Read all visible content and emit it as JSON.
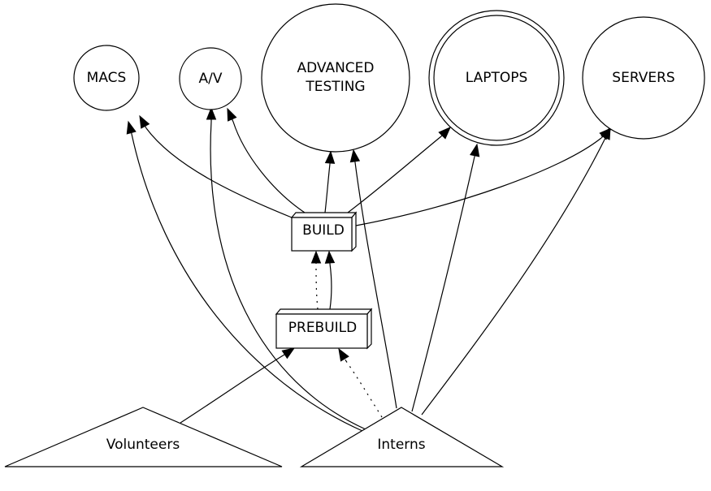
{
  "diagram": {
    "type": "directed-graph",
    "nodes": {
      "macs": {
        "label": [
          "MACS"
        ],
        "shape": "circle"
      },
      "av": {
        "label": [
          "A/V"
        ],
        "shape": "circle"
      },
      "advanced_testing": {
        "label": [
          "ADVANCED",
          "TESTING"
        ],
        "shape": "circle"
      },
      "laptops": {
        "label": [
          "LAPTOPS"
        ],
        "shape": "doublecircle"
      },
      "servers": {
        "label": [
          "SERVERS"
        ],
        "shape": "circle"
      },
      "build": {
        "label": [
          "BUILD"
        ],
        "shape": "box3d"
      },
      "prebuild": {
        "label": [
          "PREBUILD"
        ],
        "shape": "box3d"
      },
      "volunteers": {
        "label": [
          "Volunteers"
        ],
        "shape": "triangle"
      },
      "interns": {
        "label": [
          "Interns"
        ],
        "shape": "triangle"
      }
    },
    "edges": [
      {
        "from": "build",
        "to": "macs",
        "style": "solid"
      },
      {
        "from": "build",
        "to": "av",
        "style": "solid"
      },
      {
        "from": "build",
        "to": "advanced_testing",
        "style": "solid"
      },
      {
        "from": "build",
        "to": "laptops",
        "style": "solid"
      },
      {
        "from": "build",
        "to": "servers",
        "style": "solid"
      },
      {
        "from": "prebuild",
        "to": "build",
        "style": "dotted"
      },
      {
        "from": "prebuild",
        "to": "build",
        "style": "solid"
      },
      {
        "from": "volunteers",
        "to": "prebuild",
        "style": "solid"
      },
      {
        "from": "interns",
        "to": "prebuild",
        "style": "dotted"
      },
      {
        "from": "interns",
        "to": "macs",
        "style": "solid"
      },
      {
        "from": "interns",
        "to": "av",
        "style": "solid"
      },
      {
        "from": "interns",
        "to": "advanced_testing",
        "style": "solid"
      },
      {
        "from": "interns",
        "to": "laptops",
        "style": "solid"
      },
      {
        "from": "interns",
        "to": "servers",
        "style": "solid"
      }
    ]
  }
}
